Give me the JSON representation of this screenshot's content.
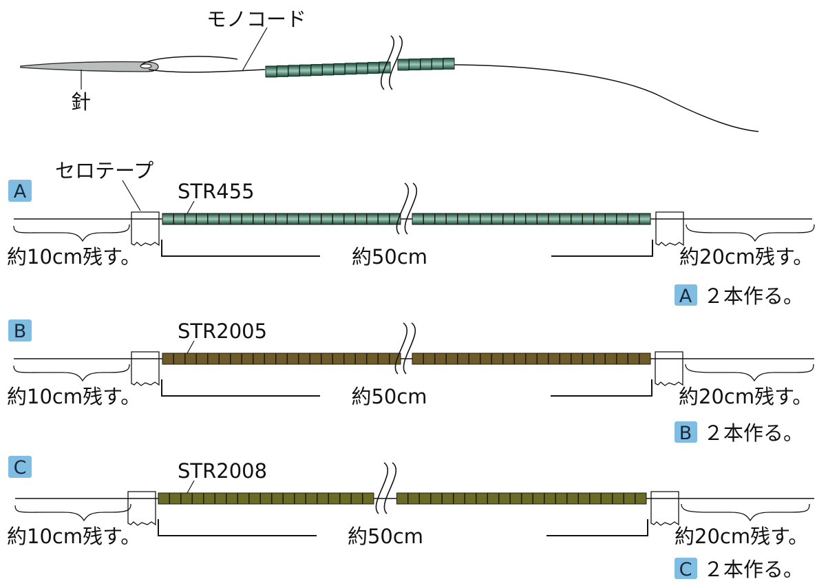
{
  "header": {
    "cord_label": "モノコード",
    "needle_label": "針",
    "tape_label": "セロテープ"
  },
  "colors": {
    "badge": "#7fbde3",
    "line": "#111111",
    "bead_green": "#2f6e57",
    "bead_brown": "#6f5a2a",
    "bead_olive": "#6b6a26"
  },
  "rows": [
    {
      "id": "A",
      "badge": "A",
      "product": "STR455",
      "bead_color": "#2f6e57",
      "bead_style": "gradient",
      "left_note": "約10cm残す。",
      "center_note": "約50cm",
      "right_note": "約20cm残す。",
      "make_badge": "A",
      "make_text": "２本作る。"
    },
    {
      "id": "B",
      "badge": "B",
      "product": "STR2005",
      "bead_color": "#6f5a2a",
      "bead_style": "flat",
      "left_note": "約10cm残す。",
      "center_note": "約50cm",
      "right_note": "約20cm残す。",
      "make_badge": "B",
      "make_text": "２本作る。"
    },
    {
      "id": "C",
      "badge": "C",
      "product": "STR2008",
      "bead_color": "#6b6a26",
      "bead_style": "flat",
      "left_note": "約10cm残す。",
      "center_note": "約50cm",
      "right_note": "約20cm残す。",
      "make_badge": "C",
      "make_text": "２本作る。"
    }
  ]
}
